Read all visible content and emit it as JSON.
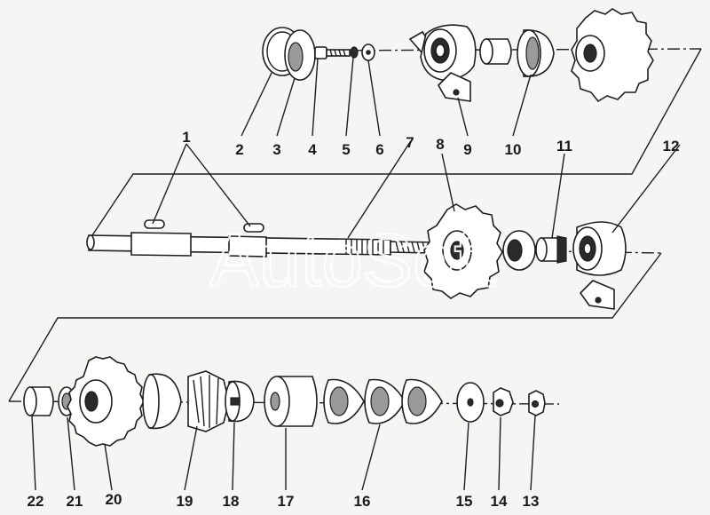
{
  "watermark": "AutoSoft",
  "callouts": [
    {
      "id": "c1",
      "label": "1"
    },
    {
      "id": "c2",
      "label": "2"
    },
    {
      "id": "c3",
      "label": "3"
    },
    {
      "id": "c4",
      "label": "4"
    },
    {
      "id": "c5",
      "label": "5"
    },
    {
      "id": "c6",
      "label": "6"
    },
    {
      "id": "c7",
      "label": "7"
    },
    {
      "id": "c8",
      "label": "8"
    },
    {
      "id": "c9",
      "label": "9"
    },
    {
      "id": "c10",
      "label": "10"
    },
    {
      "id": "c11",
      "label": "11"
    },
    {
      "id": "c12",
      "label": "12"
    },
    {
      "id": "c13",
      "label": "13"
    },
    {
      "id": "c14",
      "label": "14"
    },
    {
      "id": "c15",
      "label": "15"
    },
    {
      "id": "c16",
      "label": "16"
    },
    {
      "id": "c17",
      "label": "17"
    },
    {
      "id": "c18",
      "label": "18"
    },
    {
      "id": "c19",
      "label": "19"
    },
    {
      "id": "c20",
      "label": "20"
    },
    {
      "id": "c21",
      "label": "21"
    },
    {
      "id": "c22",
      "label": "22"
    }
  ]
}
